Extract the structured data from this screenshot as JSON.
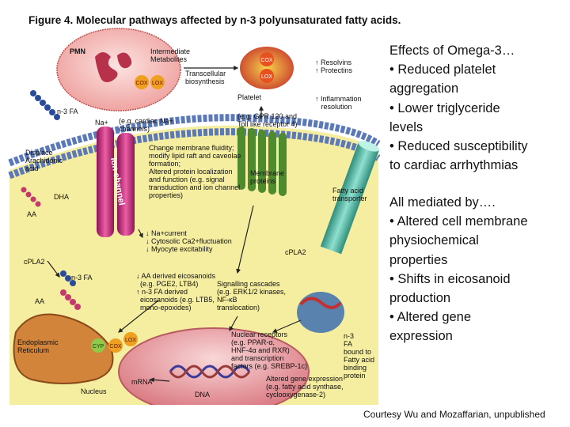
{
  "figure": {
    "title": "Figure 4. Molecular pathways affected by n-3 polyunsaturated fatty acids.",
    "labels": {
      "pmn": "PMN",
      "intermediate": "Intermediate\nMetabolites",
      "transcellular": "Transcellular\nbiosynthesis",
      "platelet": "Platelet",
      "cox": "COX",
      "lox": "LOX",
      "resolvins": "↑ Resolvins\n↑ Protectins",
      "inflammation": "↑ Inflammation\n   resolution",
      "gpr": "(e.g. GPR 120 and\nToll like receptor 4)",
      "n3fa": "n-3 FA",
      "na": "Na+",
      "cardiac_channels": "(e.g. cardiac Na+\nchannels)",
      "displace": "Displace\nArachidonic\nacid",
      "membrane_text": "Change membrane fluidity;\nmodify lipid raft and caveolae\nformation;\nAltered protein localization\nand function (e.g. signal\ntransduction and ion channel\nproperties)",
      "ion_channel": "Ion channel",
      "membrane_proteins": "Membrane\nproteins",
      "fatty_transporter": "Fatty acid\ntransporter",
      "dha": "DHA",
      "aa": "AA",
      "na_current": "↓ Na+current\n↓ Cytosolic Ca2+fluctuation\n↓ Myocyte excitability",
      "cpla2_left": "cPLA2",
      "cpla2_right": "cPLA2",
      "eicosanoids": "↓ AA derived eicosanoids\n  (e.g. PGE2, LTB4)\n↑ n-3 FA derived\n  eicosanoids (e.g. LTB5,\n  mono-epoxides)",
      "n3fa_mid": "n-3 FA",
      "aa_left": "AA",
      "signalling": "Signalling cascades\n(e.g. ERK1/2 kinases,\nNF-κB\ntranslocation)",
      "er": "Endoplasmic\nReticulum",
      "cyp": "CYP",
      "cox2": "COX",
      "lox2": "LOX",
      "nuclear": "Nuclear receptors\n(e.g. PPAR-α,\nHNF-4α and RXR)\nand transcription\nfactors (e.g. SREBP-1c)",
      "n3fa_bound": "n-3\nFA\nbound to\nFatty acid\nbinding\nprotein",
      "mrna": "mRNA",
      "dna": "DNA",
      "nucleus": "Nucleus",
      "gene_expr": "Altered gene expression\n(e.g. fatty acid synthase,\ncyclooxygenase-2)"
    }
  },
  "effects": {
    "heading": "Effects of Omega-3…",
    "items": [
      "• Reduced platelet",
      "aggregation",
      "• Lower triglyceride",
      "levels",
      "• Reduced susceptibility",
      "to cardiac arrhythmias"
    ]
  },
  "mediated": {
    "heading": "All mediated by….",
    "items": [
      "• Altered cell membrane",
      "physiochemical",
      "properties",
      "• Shifts in eicosanoid",
      "production",
      "• Altered gene",
      "expression"
    ]
  },
  "credit": "Courtesy Wu and Mozaffarian, unpublished",
  "colors": {
    "cytoplasm": "#f5eda0",
    "membrane_blue": "#5b78b8",
    "ion_channel": "#c9257a",
    "membrane_protein": "#4e8a2e",
    "transporter": "#3aa391",
    "nucleus": "#e8a3a8",
    "platelet": "#c8362b",
    "pmn": "#f3c7c4"
  }
}
